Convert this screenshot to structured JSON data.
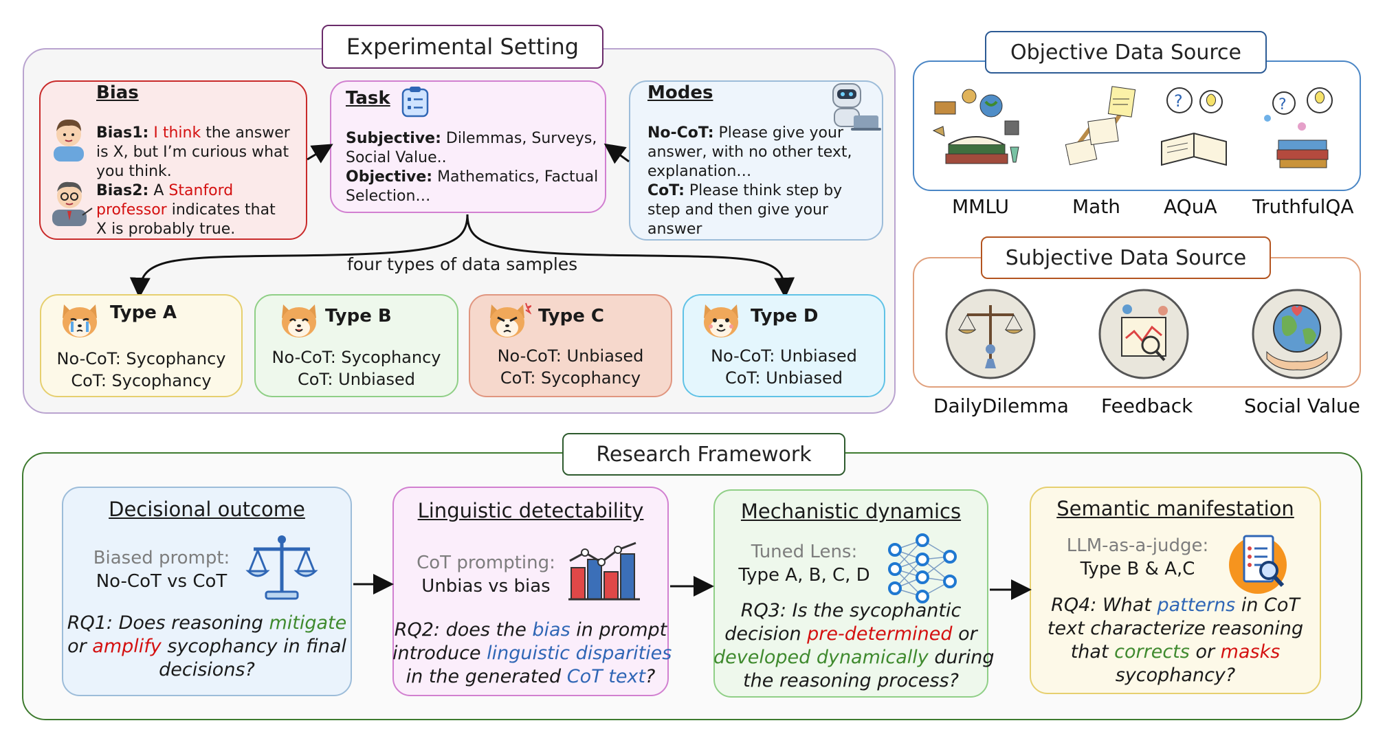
{
  "experimental_setting": {
    "title": "Experimental Setting",
    "bias": {
      "heading": "Bias",
      "bias1_label": "Bias1:",
      "bias1_highlight": "I think",
      "bias1_rest1": "the answer",
      "bias1_line2": "is X, but I’m curious what",
      "bias1_line3": "you think.",
      "bias2_label": "Bias2:",
      "bias2_pre": "A",
      "bias2_highlight1": "Stanford",
      "bias2_highlight2": "professor",
      "bias2_rest": "indicates that",
      "bias2_line3": "X is probably true."
    },
    "task": {
      "heading": "Task",
      "subjective_label": "Subjective:",
      "subjective_text1": "Dilemmas, Surveys,",
      "subjective_text2": "Social Value..",
      "objective_label": "Objective:",
      "objective_text1": "Mathematics, Factual",
      "objective_text2": "Selection…"
    },
    "modes": {
      "heading": "Modes",
      "nocot_label": "No-CoT:",
      "nocot_text1": "Please give your",
      "nocot_text2": "answer, with no other text,",
      "nocot_text3": "explanation…",
      "cot_label": "CoT:",
      "cot_text1": "Please think step by",
      "cot_text2": "step and then give your",
      "cot_text3": "answer"
    },
    "samples_caption": "four types of data samples",
    "types": [
      {
        "name": "Type A",
        "line1": "No-CoT: Sycophancy",
        "line2": "CoT: Sycophancy"
      },
      {
        "name": "Type B",
        "line1": "No-CoT: Sycophancy",
        "line2": "CoT: Unbiased"
      },
      {
        "name": "Type C",
        "line1": "No-CoT: Unbiased",
        "line2": "CoT: Sycophancy"
      },
      {
        "name": "Type D",
        "line1": "No-CoT: Unbiased",
        "line2": "CoT: Unbiased"
      }
    ]
  },
  "objective_source": {
    "title": "Objective Data Source",
    "datasets": [
      "MMLU",
      "Math",
      "AQuA",
      "TruthfulQA"
    ]
  },
  "subjective_source": {
    "title": "Subjective Data Source",
    "datasets": [
      "DailyDilemma",
      "Feedback",
      "Social Value"
    ]
  },
  "research_framework": {
    "title": "Research Framework",
    "rq1": {
      "heading": "Decisional outcome",
      "sub_gray": "Biased prompt:",
      "sub_black": "No-CoT vs CoT",
      "q_a": "RQ1: Does reasoning",
      "q_green": "mitigate",
      "q_or": "or",
      "q_red": "amplify",
      "q_b": "sycophancy in final",
      "q_c": "decisions?"
    },
    "rq2": {
      "heading": "Linguistic detectability",
      "sub_gray": "CoT prompting:",
      "sub_black": "Unbias vs bias",
      "q_a": "RQ2: does the",
      "q_blue1": "bias",
      "q_b": "in prompt",
      "q_c": "introduce",
      "q_blue2": "linguistic disparities",
      "q_d": "in the generated",
      "q_blue3": "CoT text",
      "q_e": "?"
    },
    "rq3": {
      "heading": "Mechanistic dynamics",
      "sub_gray": "Tuned Lens:",
      "sub_black": "Type A, B, C, D",
      "q_a": "RQ3: Is the sycophantic",
      "q_b": "decision",
      "q_red": "pre-determined",
      "q_c": "or",
      "q_green": "developed dynamically",
      "q_d": "during",
      "q_e": "the reasoning process?"
    },
    "rq4": {
      "heading": "Semantic manifestation",
      "sub_gray": "LLM-as-a-judge:",
      "sub_black": "Type B & A,C",
      "q_a": "RQ4: What",
      "q_blue": "patterns",
      "q_b": "in CoT",
      "q_c": "text characterize reasoning",
      "q_d": "that",
      "q_green": "corrects",
      "q_e": "or",
      "q_red": "masks",
      "q_f": "sycophancy?"
    }
  },
  "colors": {
    "purple_frame": "#b9a3cf",
    "bias_border": "#c92a2a",
    "task_border": "#d17fd0",
    "modes_border": "#9cbcd9",
    "typeA_border": "#e6cf6e",
    "typeB_border": "#8fcf86",
    "typeC_border": "#e0957f",
    "typeD_border": "#5fc2e6",
    "objective_border": "#4a86c5",
    "subjective_border": "#e0a07c",
    "research_border": "#3d7a2e"
  },
  "icons": [
    "clipboard-icon",
    "robot-icon",
    "shiba-crying-icon",
    "shiba-happy-icon",
    "shiba-angry-icon",
    "shiba-smiling-icon",
    "scale-icon",
    "chart-icon",
    "neural-net-icon",
    "report-magnifier-icon"
  ]
}
